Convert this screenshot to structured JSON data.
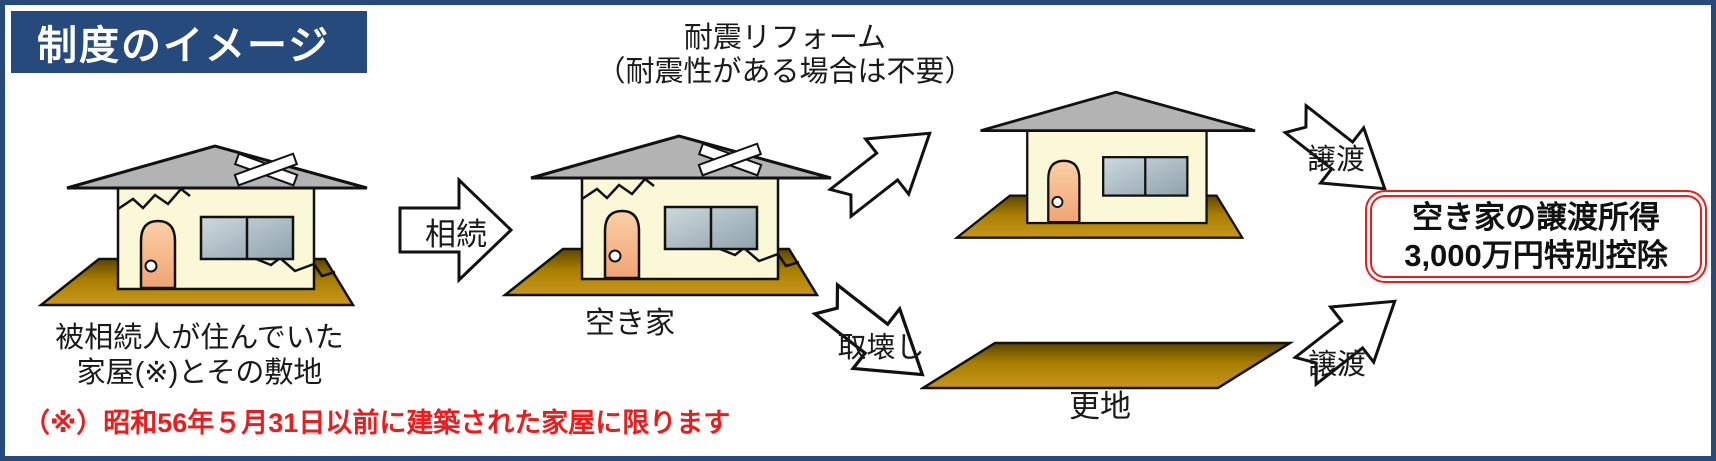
{
  "title": "制度のイメージ",
  "reform_note": {
    "line1": "耐震リフォーム",
    "line2": "（耐震性がある場合は不要）"
  },
  "labels": {
    "inherited_l1": "被相続人が住んでいた",
    "inherited_l2": "家屋(※)とその敷地",
    "vacant": "空き家",
    "land": "更地"
  },
  "arrows": {
    "inherit": "相続",
    "demolish": "取壊し",
    "transfer_top": "譲渡",
    "transfer_bottom": "譲渡"
  },
  "result_box": {
    "line1": "空き家の譲渡所得",
    "line2": "3,000万円特別控除"
  },
  "footnote": "（※）昭和56年５月31日以前に建築された家屋に限ります",
  "colors": {
    "frame_navy": "#254A7B",
    "title_bg": "#254A7B",
    "title_text": "#FFFFFF",
    "footnote_red": "#EC1C1C",
    "result_border_red": "#EC1C1C",
    "house_wall": "#FBF8D8",
    "roof_gray": "#B3B3B3",
    "door_orange": "#F5B183",
    "ground_brown": "#B8860B",
    "arrow_fill": "#FFFFFF",
    "outline_black": "#111111"
  }
}
